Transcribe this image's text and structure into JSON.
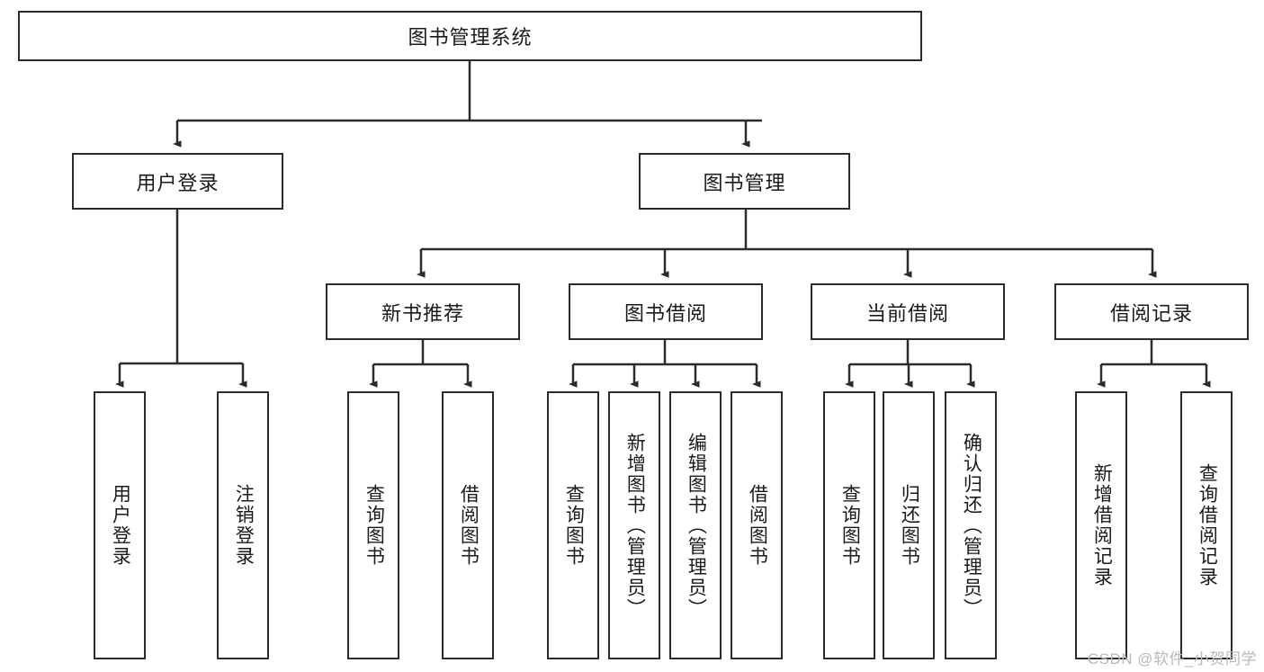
{
  "diagram": {
    "title": "图书管理系统",
    "type": "tree-hierarchy-chart",
    "root": {
      "label": "图书管理系统"
    },
    "level1": [
      {
        "label": "用户登录"
      },
      {
        "label": "图书管理"
      }
    ],
    "level2": [
      {
        "label": "新书推荐"
      },
      {
        "label": "图书借阅"
      },
      {
        "label": "当前借阅"
      },
      {
        "label": "借阅记录"
      }
    ],
    "leaves": {
      "user_login": [
        {
          "label": "用户登录"
        },
        {
          "label": "注销登录"
        }
      ],
      "new_book_recommend": [
        {
          "label": "查询图书"
        },
        {
          "label": "借阅图书"
        }
      ],
      "book_borrow": [
        {
          "label": "查询图书"
        },
        {
          "label": "新增图书（管理员）"
        },
        {
          "label": "编辑图书（管理员）"
        },
        {
          "label": "借阅图书"
        }
      ],
      "current_borrow": [
        {
          "label": "查询图书"
        },
        {
          "label": "归还图书"
        },
        {
          "label": "确认归还（管理员）"
        }
      ],
      "borrow_records": [
        {
          "label": "新增借阅记录"
        },
        {
          "label": "查询借阅记录"
        }
      ]
    }
  },
  "watermark": {
    "text": "CSDN @软件_小贺同学"
  },
  "colors": {
    "border": "#2b2b2b",
    "background": "#ffffff",
    "text": "#1a1a1a",
    "watermark": "#b9b9b9"
  }
}
